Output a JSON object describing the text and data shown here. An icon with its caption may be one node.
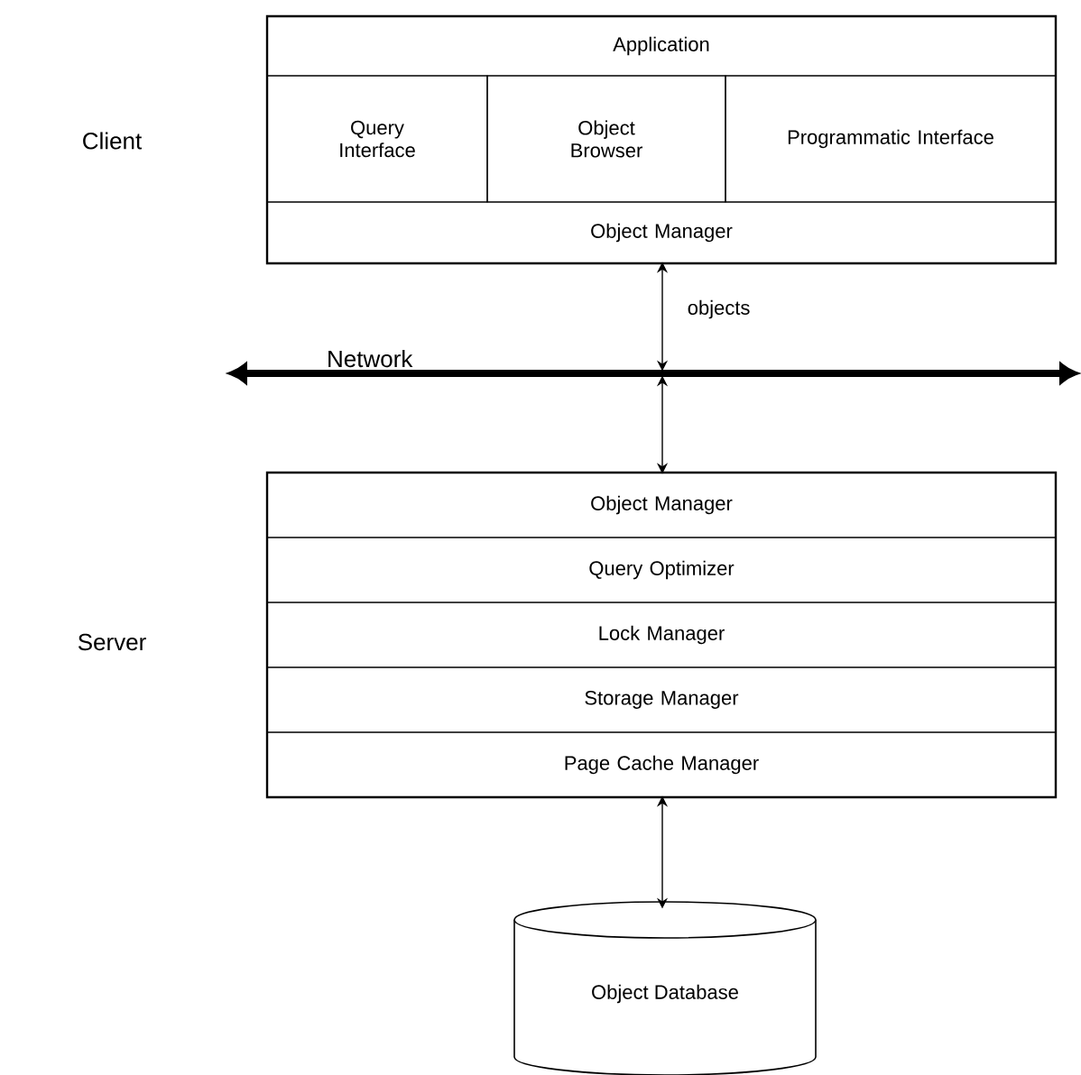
{
  "diagram": {
    "nodes": [
      {
        "text": [],
        "shape": "box"
      },
      {
        "text": [
          "Application"
        ],
        "in": 0
      },
      {
        "text": [
          "Query Interface"
        ],
        "in": 0
      },
      {
        "text": [
          "Object Browser"
        ],
        "in": 0
      },
      {
        "text": [
          "Programmatic Interface"
        ],
        "in": 0
      },
      {
        "text": [
          "Object Manager"
        ],
        "in": 0
      },
      {
        "text": [
          "Network"
        ]
      },
      {
        "text": [],
        "shape": "box"
      },
      {
        "text": [
          "Object Manager"
        ],
        "in": 7
      },
      {
        "text": [
          "Query Optimizer"
        ],
        "in": 7
      },
      {
        "text": [
          "Lock Manager"
        ],
        "in": 7
      },
      {
        "text": [
          "Storage Manager"
        ],
        "in": 7
      },
      {
        "text": [
          "Page Cache Manager"
        ],
        "in": 7
      },
      {
        "text": [
          "Object Database"
        ]
      }
    ],
    "labels": [
      "Client",
      "Server"
    ],
    "edges": [
      {
        "from": 5,
        "to": 6,
        "arrow": "both",
        "label": "objects"
      },
      {
        "from": 6,
        "to": 8,
        "arrow": "both"
      },
      {
        "from": 12,
        "to": 13,
        "arrow": "both"
      }
    ]
  }
}
